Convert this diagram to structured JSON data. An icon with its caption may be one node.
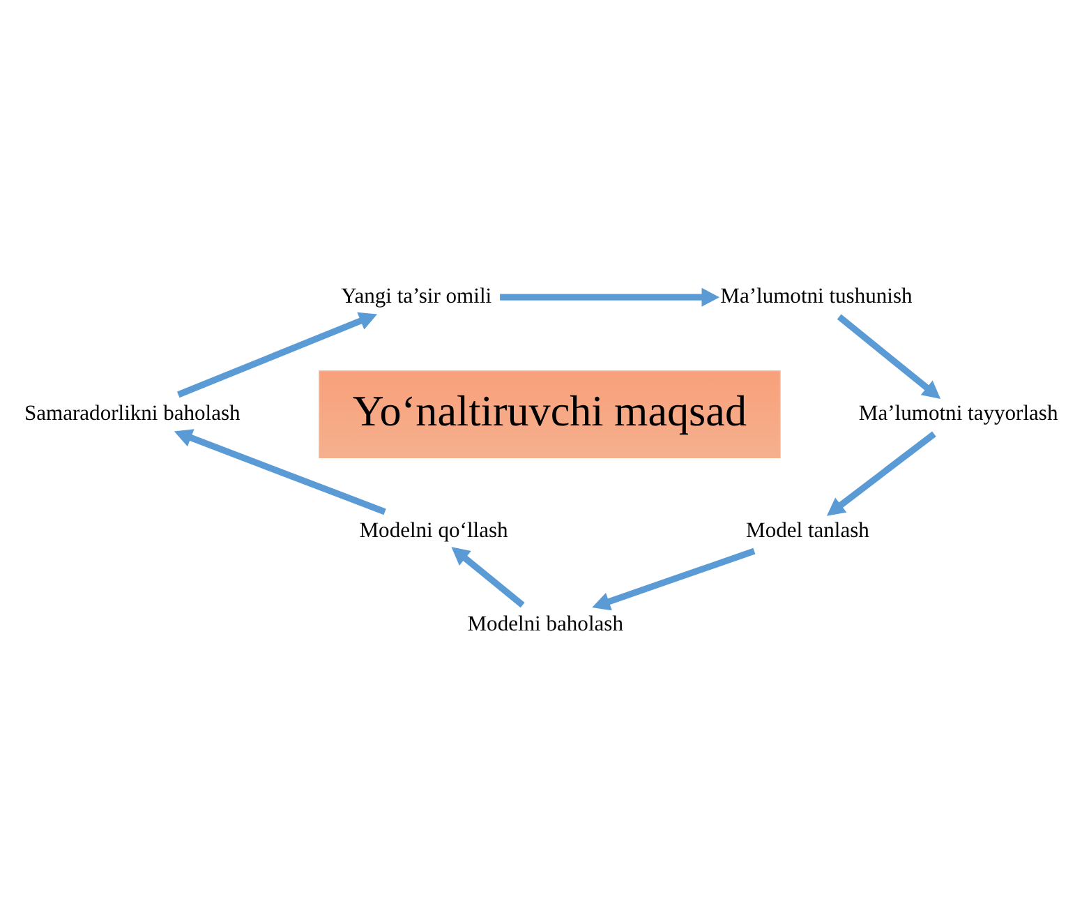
{
  "diagram": {
    "nodes": [
      {
        "text": [
          "Yangi ta’sir omili"
        ]
      },
      {
        "text": [
          "Ma’lumotni tushunish"
        ]
      },
      {
        "text": [
          "Samaradorlikni baholash"
        ]
      },
      {
        "text": [
          "Yo‘naltiruvchi maqsad"
        ]
      },
      {
        "text": [
          "Ma’lumotni tayyorlash"
        ]
      },
      {
        "text": [
          "Modelni qo‘llash"
        ]
      },
      {
        "text": [
          "Model tanlash"
        ]
      },
      {
        "text": [
          "Modelni baholash"
        ]
      }
    ],
    "edges": [
      {
        "from": 0,
        "to": 1,
        "arrow": "to"
      },
      {
        "from": 1,
        "to": 4,
        "arrow": "to"
      },
      {
        "from": 4,
        "to": 6,
        "arrow": "to"
      },
      {
        "from": 6,
        "to": 7,
        "arrow": "to"
      },
      {
        "from": 7,
        "to": 5,
        "arrow": "to"
      },
      {
        "from": 5,
        "to": 2,
        "arrow": "to"
      },
      {
        "from": 2,
        "to": 0,
        "arrow": "to"
      }
    ]
  }
}
